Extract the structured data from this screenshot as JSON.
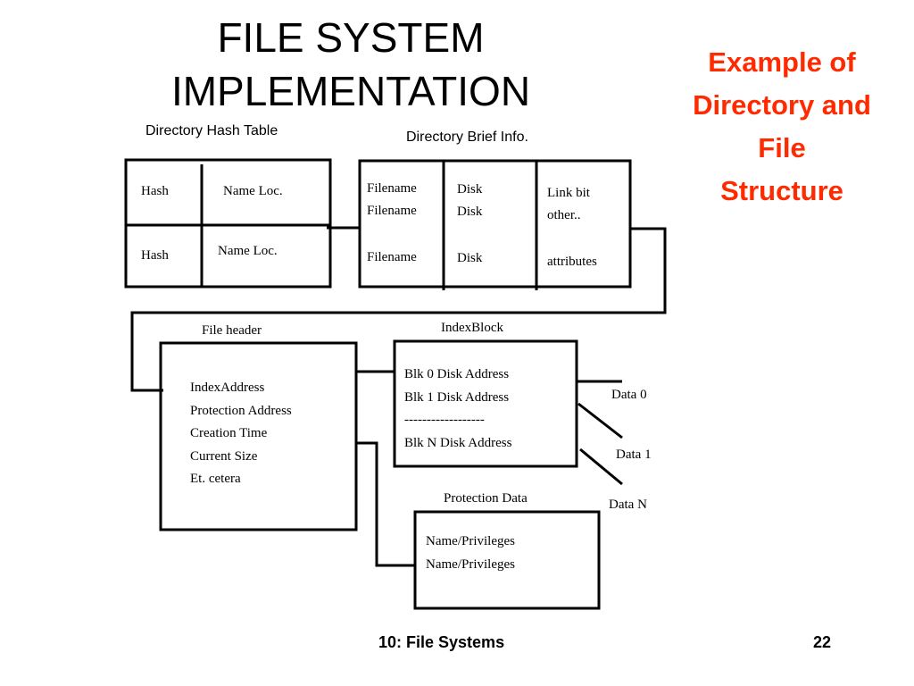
{
  "slide": {
    "title_line1": "FILE SYSTEM",
    "title_line2": "IMPLEMENTATION",
    "callout": [
      "Example of",
      "Directory and",
      "File",
      "Structure"
    ],
    "callout_color": "#ff2a00",
    "footer_left": "10: File Systems",
    "footer_page": "22"
  },
  "hash_table": {
    "caption": "Directory Hash Table",
    "rows": [
      {
        "hash": "Hash",
        "name_loc": "Name Loc."
      },
      {
        "hash": "Hash",
        "name_loc": "Name Loc."
      }
    ]
  },
  "brief_info": {
    "caption": "Directory Brief Info.",
    "filenames": [
      "Filename",
      "Filename",
      "Filename"
    ],
    "disks": [
      "Disk",
      "Disk",
      "Disk"
    ],
    "attrs": [
      "Link bit",
      "other..",
      "attributes"
    ]
  },
  "file_header": {
    "caption": "File header",
    "fields": [
      "IndexAddress",
      "Protection Address",
      "Creation Time",
      "Current Size",
      "Et. cetera"
    ]
  },
  "index_block": {
    "caption": "IndexBlock",
    "rows": [
      "Blk 0  Disk Address",
      "Blk 1  Disk Address",
      "------------------",
      "Blk N  Disk Address"
    ]
  },
  "protection_data": {
    "caption": "Protection Data",
    "rows": [
      "Name/Privileges",
      "Name/Privileges"
    ]
  },
  "data_labels": [
    "Data 0",
    "Data 1",
    "Data N"
  ]
}
